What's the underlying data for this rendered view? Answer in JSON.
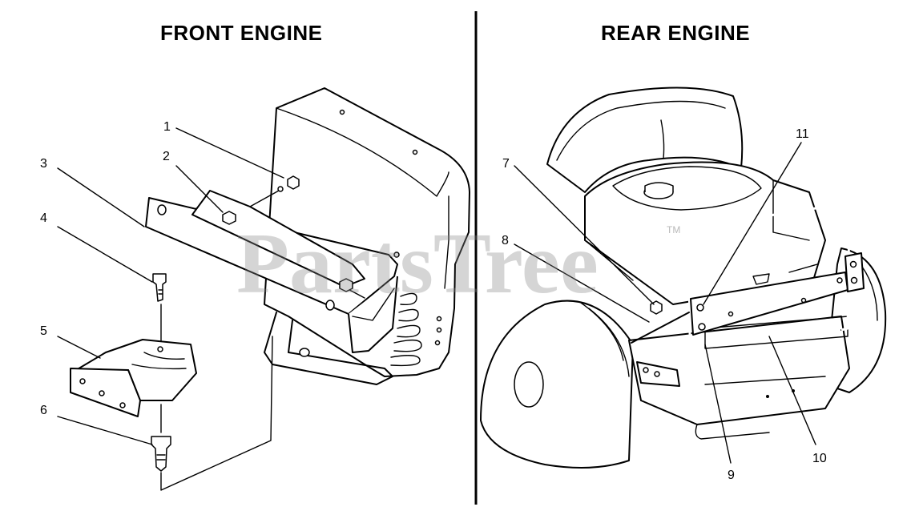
{
  "titles": {
    "front": "FRONT ENGINE",
    "rear": "REAR ENGINE"
  },
  "callouts": [
    {
      "id": "1",
      "label": "1"
    },
    {
      "id": "2",
      "label": "2"
    },
    {
      "id": "3",
      "label": "3"
    },
    {
      "id": "4",
      "label": "4"
    },
    {
      "id": "5",
      "label": "5"
    },
    {
      "id": "6",
      "label": "6"
    },
    {
      "id": "7",
      "label": "7"
    },
    {
      "id": "8",
      "label": "8"
    },
    {
      "id": "9",
      "label": "9"
    },
    {
      "id": "10",
      "label": "10"
    },
    {
      "id": "11",
      "label": "11"
    }
  ],
  "watermark": {
    "text": "PartsTree",
    "trademark": "TM"
  },
  "colors": {
    "line": "#000000",
    "background": "#ffffff",
    "watermark": "#8a8a8a"
  }
}
